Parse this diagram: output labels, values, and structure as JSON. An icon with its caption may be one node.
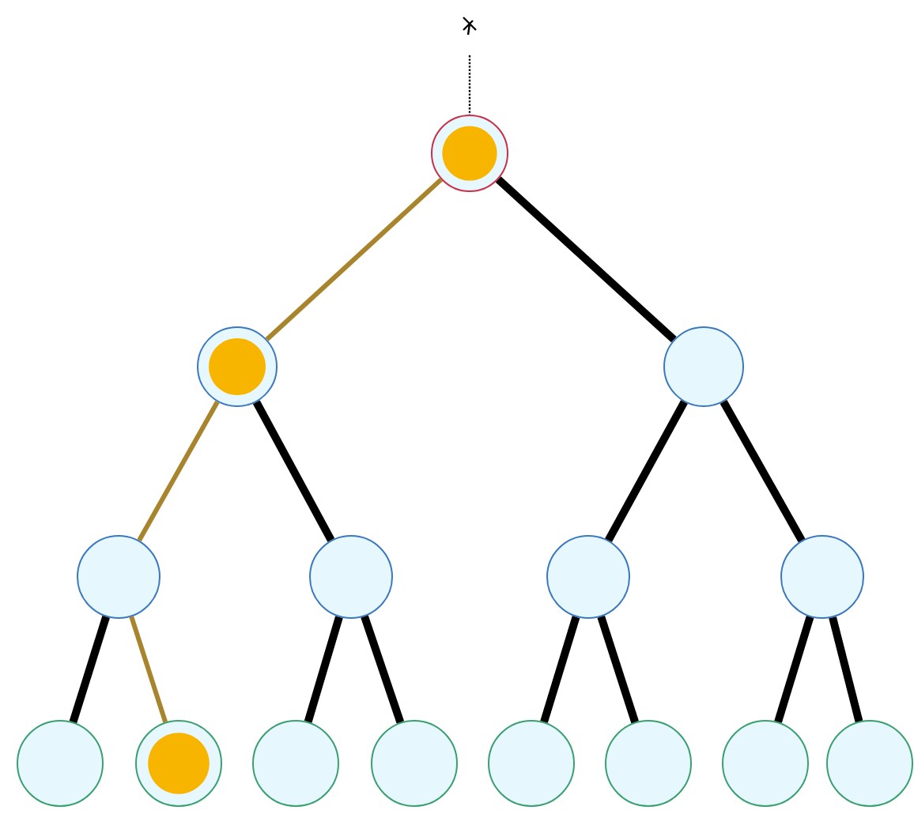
{
  "diagram": {
    "nodes": [
      {
        "text": [],
        "shape": "circle"
      },
      {
        "text": [],
        "shape": "circle"
      },
      {
        "text": [],
        "shape": "circle"
      },
      {
        "text": [],
        "shape": "circle"
      },
      {
        "text": [],
        "shape": "circle"
      },
      {
        "text": [],
        "shape": "circle"
      },
      {
        "text": [],
        "shape": "circle"
      },
      {
        "text": [],
        "shape": "circle"
      },
      {
        "text": [],
        "shape": "circle"
      },
      {
        "text": [],
        "shape": "circle"
      },
      {
        "text": [],
        "shape": "circle"
      },
      {
        "text": [],
        "shape": "circle"
      },
      {
        "text": [],
        "shape": "circle"
      },
      {
        "text": [],
        "shape": "circle"
      },
      {
        "text": [],
        "shape": "circle"
      }
    ],
    "edges": [
      {
        "from": null,
        "to": 0,
        "arrow": "none",
        "style": "dashed"
      },
      {
        "from": 0,
        "to": 1,
        "arrow": "none",
        "color": "#a8842c"
      },
      {
        "from": 0,
        "to": 2,
        "arrow": "none"
      },
      {
        "from": 1,
        "to": 3,
        "arrow": "none",
        "color": "#a8842c"
      },
      {
        "from": 1,
        "to": 4,
        "arrow": "none"
      },
      {
        "from": 2,
        "to": 5,
        "arrow": "none"
      },
      {
        "from": 2,
        "to": 6,
        "arrow": "none"
      },
      {
        "from": 3,
        "to": 7,
        "arrow": "none"
      },
      {
        "from": 3,
        "to": 8,
        "arrow": "none",
        "color": "#a8842c"
      },
      {
        "from": 4,
        "to": 9,
        "arrow": "none"
      },
      {
        "from": 4,
        "to": 10,
        "arrow": "none"
      },
      {
        "from": 5,
        "to": 11,
        "arrow": "none"
      },
      {
        "from": 5,
        "to": 12,
        "arrow": "none"
      },
      {
        "from": 6,
        "to": 13,
        "arrow": "none"
      },
      {
        "from": 6,
        "to": 14,
        "arrow": "none"
      }
    ]
  }
}
